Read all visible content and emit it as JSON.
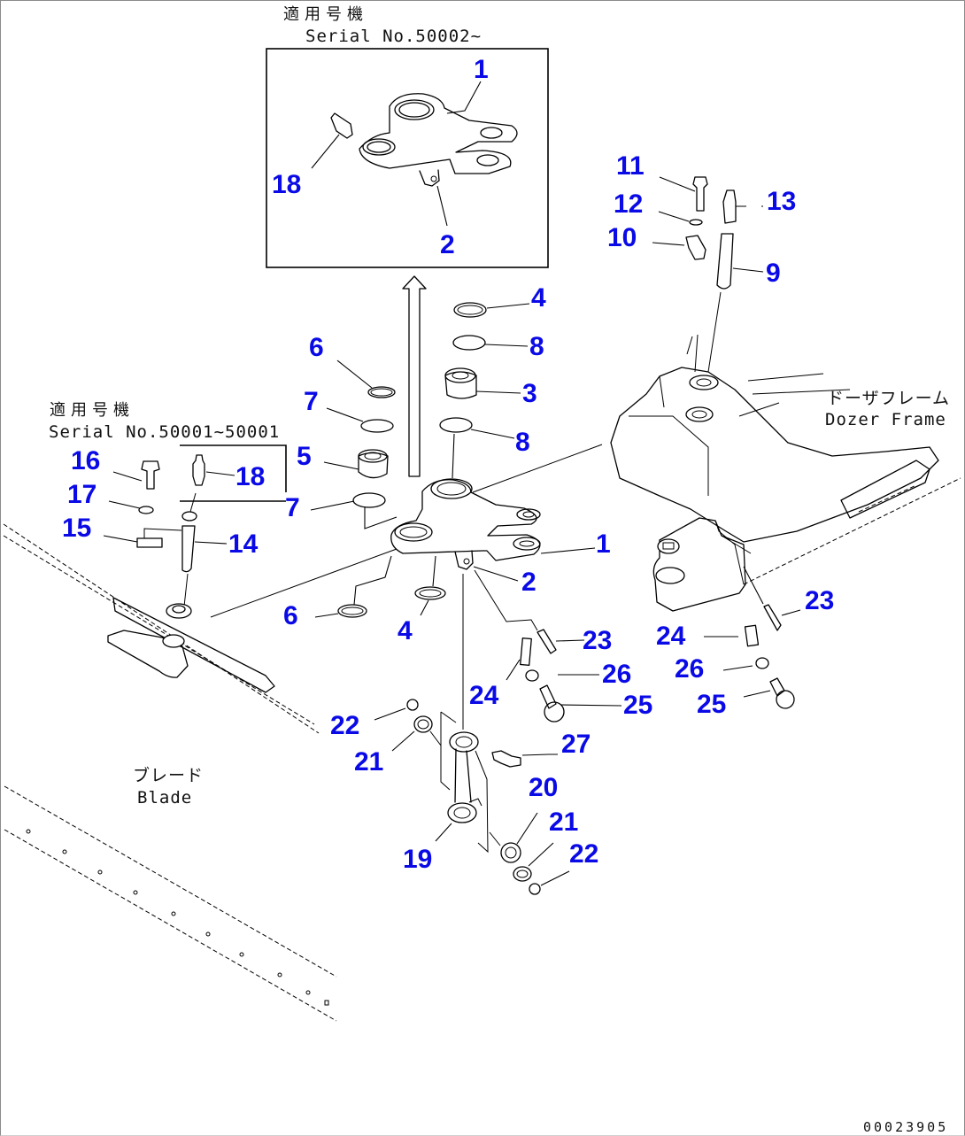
{
  "diagram": {
    "type": "exploded parts diagram",
    "document_number": "00023905",
    "insets": [
      {
        "id": "inset-top",
        "title_jp": "適用号機",
        "title_en": "Serial No.50002~",
        "callouts": [
          "1",
          "18",
          "2"
        ]
      },
      {
        "id": "inset-left",
        "title_jp": "適用号機",
        "title_en": "Serial No.50001~50001",
        "callouts": [
          "18"
        ]
      }
    ],
    "component_labels": [
      {
        "id": "dozer-frame",
        "jp": "ドーザフレーム",
        "en": "Dozer Frame"
      },
      {
        "id": "blade",
        "jp": "ブレード",
        "en": "Blade"
      }
    ],
    "callouts": {
      "top_1": "1",
      "top_18": "18",
      "top_2": "2",
      "c4a": "4",
      "c8a": "8",
      "c3": "3",
      "c8b": "8",
      "c6a": "6",
      "c7a": "7",
      "c5": "5",
      "c7b": "7",
      "c1": "1",
      "c2": "2",
      "c6b": "6",
      "c4b": "4",
      "c16": "16",
      "c17": "17",
      "c15": "15",
      "c14": "14",
      "c18": "18",
      "c11": "11",
      "c12": "12",
      "c10": "10",
      "c13": "13",
      "c9": "9",
      "c23a": "23",
      "c24a": "24",
      "c26a": "26",
      "c25a": "25",
      "c23b": "23",
      "c24b": "24",
      "c26b": "26",
      "c25b": "25",
      "c22a": "22",
      "c21a": "21",
      "c27": "27",
      "c20": "20",
      "c21b": "21",
      "c22b": "22",
      "c19": "19"
    },
    "callout_color": "#0a0ae6"
  }
}
